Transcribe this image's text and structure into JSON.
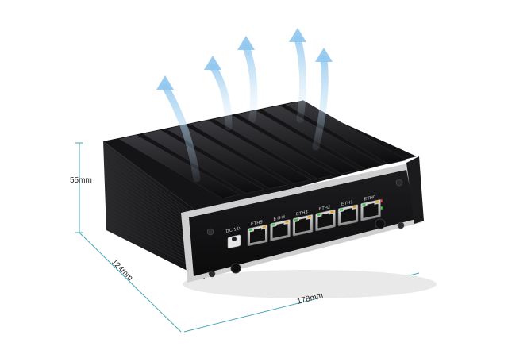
{
  "dimensions": {
    "height": "55mm",
    "depth": "124mm",
    "width": "178mm"
  },
  "ports": {
    "power": "DC 12V",
    "ethernet": [
      "ETH5",
      "ETH4",
      "ETH3",
      "ETH2",
      "ETH1",
      "ETH0"
    ]
  },
  "colors": {
    "chassis": "#1a1a1c",
    "fins": "#101012",
    "dimension_lines": "#4aa6b8",
    "airflow": "#8fc6ee",
    "port_green": "#3fbf4a",
    "port_amber": "#e0a21f"
  }
}
